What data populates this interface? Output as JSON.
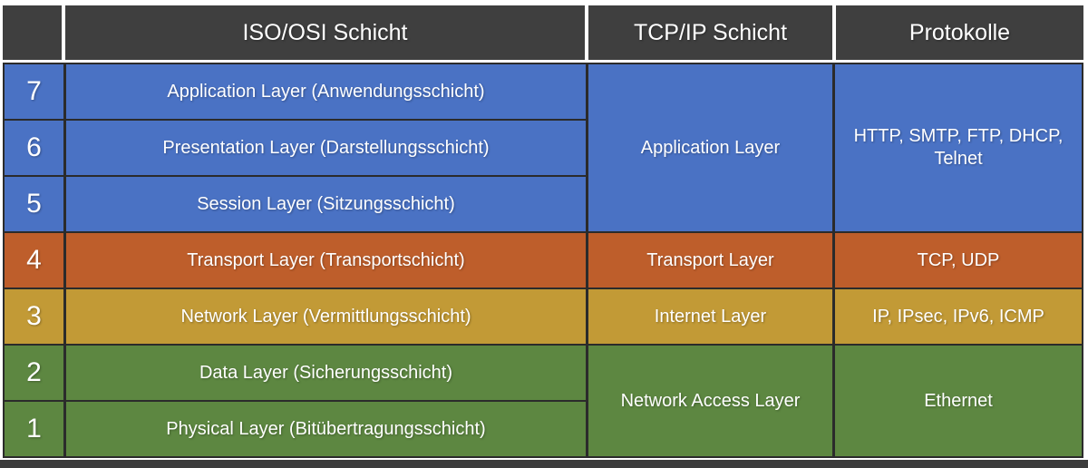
{
  "colors": {
    "header_bg": "#3F3F3F",
    "layer_blue": "#4A72C4",
    "layer_orange": "#BE5E2B",
    "layer_gold": "#C29A36",
    "layer_green": "#5D8741",
    "border_dark": "#2B2B2B",
    "bottom_bar": "#3C3C3C",
    "text": "#FFFFFF"
  },
  "table": {
    "headers": [
      {
        "label": ""
      },
      {
        "label": "ISO/OSI Schicht"
      },
      {
        "label": "TCP/IP Schicht"
      },
      {
        "label": "Protokolle"
      }
    ],
    "osi_rows": [
      {
        "number": "7",
        "label": "Application Layer (Anwendungsschicht)"
      },
      {
        "number": "6",
        "label": "Presentation Layer (Darstellungsschicht)"
      },
      {
        "number": "5",
        "label": "Session Layer (Sitzungsschicht)"
      },
      {
        "number": "4",
        "label": "Transport Layer (Transportschicht)"
      },
      {
        "number": "3",
        "label": "Network Layer (Vermittlungsschicht)"
      },
      {
        "number": "2",
        "label": "Data Layer (Sicherungsschicht)"
      },
      {
        "number": "1",
        "label": "Physical Layer (Bitübertragungsschicht)"
      }
    ],
    "tcpip_groups": [
      {
        "label": "Application Layer",
        "protocols": "HTTP, SMTP, FTP, DHCP, Telnet"
      },
      {
        "label": "Transport Layer",
        "protocols": "TCP, UDP"
      },
      {
        "label": "Internet Layer",
        "protocols": "IP, IPsec, IPv6, ICMP"
      },
      {
        "label": "Network Access Layer",
        "protocols": "Ethernet"
      }
    ]
  }
}
